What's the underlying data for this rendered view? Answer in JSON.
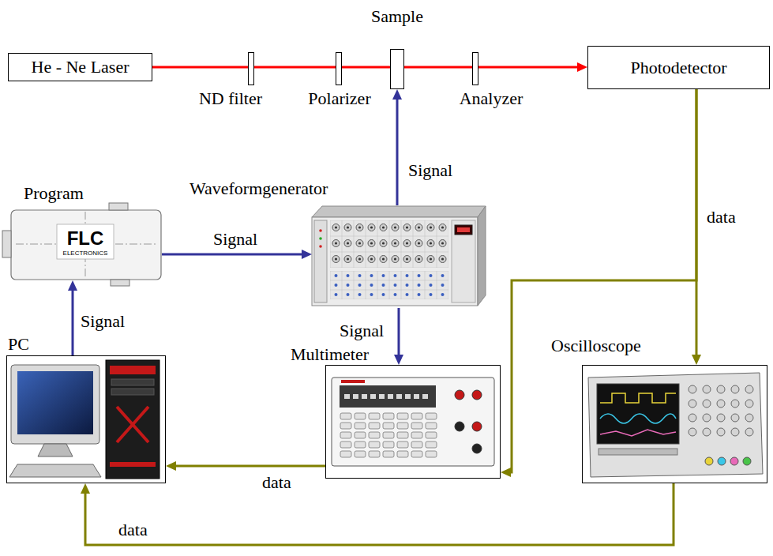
{
  "diagram": {
    "nodes": [
      {
        "text": [
          "He - Ne Laser"
        ]
      },
      {
        "text": [
          "ND filter"
        ]
      },
      {
        "text": [
          "Polarizer"
        ]
      },
      {
        "text": [
          "Sample"
        ]
      },
      {
        "text": [
          "Analyzer"
        ]
      },
      {
        "text": [
          "Photodetector"
        ]
      },
      {
        "text": [
          "Program",
          "FLC",
          "ELECTRONICS"
        ]
      },
      {
        "text": [
          "Waveformgenerator"
        ]
      },
      {
        "text": [
          "PC"
        ]
      },
      {
        "text": [
          "Multimeter"
        ]
      },
      {
        "text": [
          "Oscilloscope"
        ]
      }
    ],
    "edges": [
      {
        "from": 0,
        "to": 1,
        "arrow": "none"
      },
      {
        "from": 1,
        "to": 2,
        "arrow": "none"
      },
      {
        "from": 2,
        "to": 3,
        "arrow": "none"
      },
      {
        "from": 3,
        "to": 4,
        "arrow": "none"
      },
      {
        "from": 4,
        "to": 5,
        "arrow": "to"
      },
      {
        "from": 7,
        "to": 3,
        "label": "Signal",
        "arrow": "to"
      },
      {
        "from": 6,
        "to": 7,
        "label": "Signal",
        "arrow": "to"
      },
      {
        "from": 8,
        "to": 6,
        "label": "Signal",
        "arrow": "to"
      },
      {
        "from": 7,
        "to": 9,
        "label": "Signal",
        "arrow": "to"
      },
      {
        "from": 5,
        "to": 10,
        "label": "data",
        "arrow": "to"
      },
      {
        "from": 5,
        "to": 9,
        "arrow": "to"
      },
      {
        "from": 9,
        "to": 8,
        "label": "data",
        "arrow": "to"
      },
      {
        "from": 10,
        "to": 8,
        "label": "data",
        "arrow": "to"
      }
    ]
  }
}
